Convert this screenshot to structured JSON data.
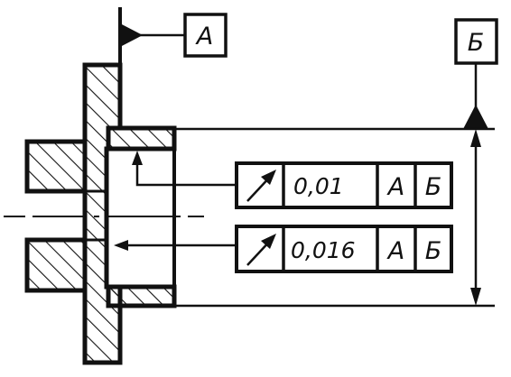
{
  "datums": {
    "a": {
      "label": "А"
    },
    "b": {
      "label": "Б"
    }
  },
  "frames": [
    {
      "symbol": "circular-runout-arrow-icon",
      "tolerance": "0,01",
      "datum1": "А",
      "datum2": "Б"
    },
    {
      "symbol": "circular-runout-arrow-icon",
      "tolerance": "0,016",
      "datum1": "А",
      "datum2": "Б"
    }
  ],
  "colors": {
    "ink": "#111111",
    "paper": "#ffffff"
  }
}
